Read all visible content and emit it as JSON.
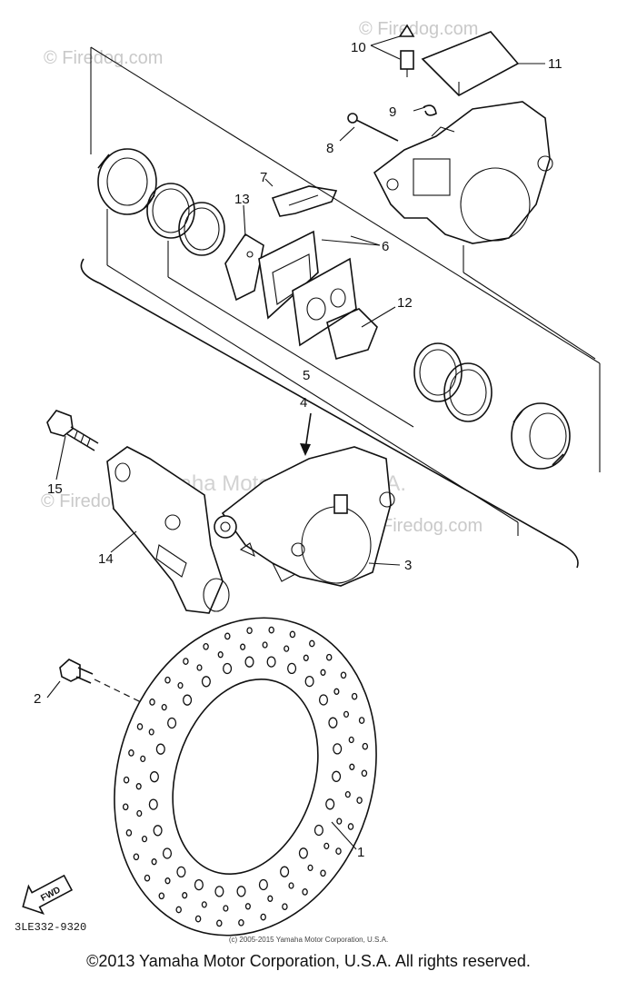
{
  "watermarks": {
    "top_left": "© Firedog.com",
    "top_right": "© Firedog.com",
    "mid_left": "© Firedog.com",
    "mid_right": "Firedog.com",
    "center": "Yamaha Motor Corp. U.S.A."
  },
  "callouts": {
    "c1": "1",
    "c2": "2",
    "c3": "3",
    "c4": "4",
    "c5": "5",
    "c6": "6",
    "c7": "7",
    "c8": "8",
    "c9": "9",
    "c10": "10",
    "c11": "11",
    "c12": "12",
    "c13": "13",
    "c14": "14",
    "c15": "15"
  },
  "fwd_label": "FWD",
  "part_code": "3LE332-9320",
  "small_copyright": "(c) 2005-2015 Yamaha Motor Corporation, U.S.A.",
  "footer": "©2013 Yamaha Motor Corporation, U.S.A. All rights reserved."
}
